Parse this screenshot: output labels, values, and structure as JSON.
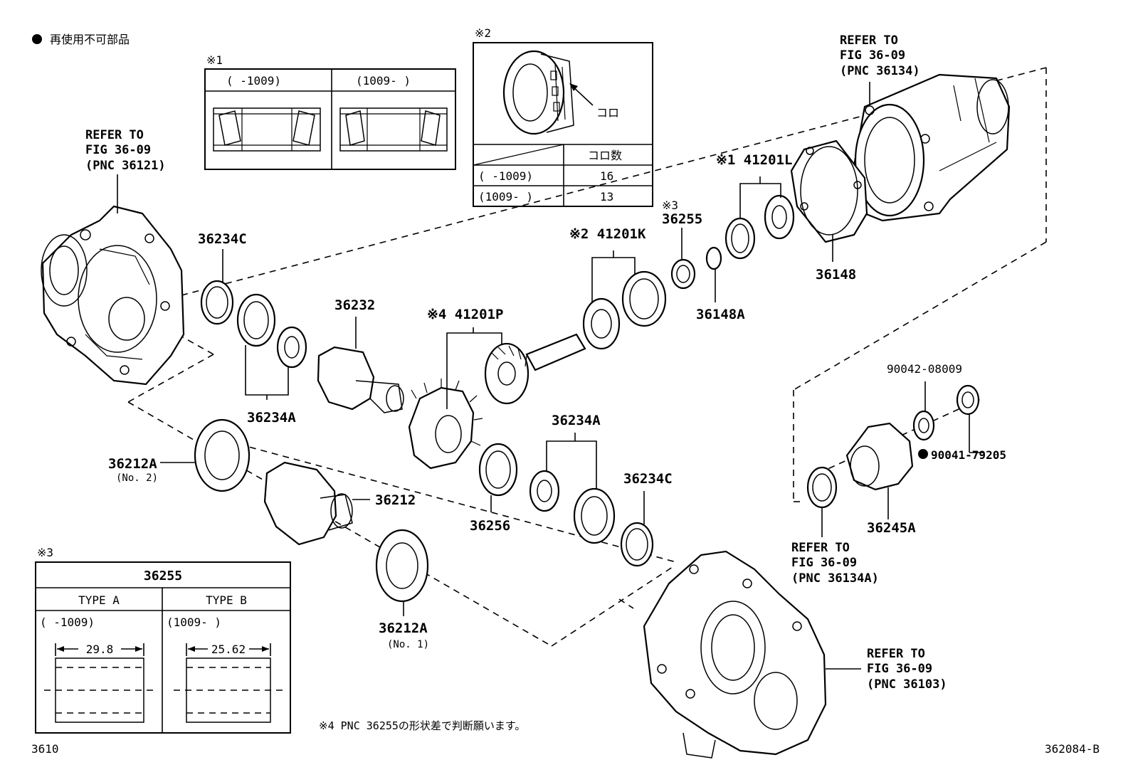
{
  "legend": {
    "symbol": "●",
    "text": "再使用不可部品"
  },
  "footer": {
    "left_code": "3610",
    "right_code": "362084-B"
  },
  "note4": "※4 PNC 36255の形状差で判断願います。",
  "table1": {
    "mark": "※1",
    "col1": "(    -1009)",
    "col2": "(1009-     )"
  },
  "table2": {
    "mark": "※2",
    "roller_label": "コロ",
    "header": "コロ数",
    "rows": [
      {
        "range": "(    -1009)",
        "count": "16"
      },
      {
        "range": "(1009-     )",
        "count": "13"
      }
    ]
  },
  "table3": {
    "mark": "※3",
    "title": "36255",
    "type_a": "TYPE A",
    "type_b": "TYPE B",
    "range_a": "(    -1009)",
    "range_b": "(1009-     )",
    "dim_a": "29.8",
    "dim_b": "25.62"
  },
  "refs": {
    "r36121": {
      "l1": "REFER TO",
      "l2": "FIG 36-09",
      "l3": "(PNC 36121)"
    },
    "r36134": {
      "l1": "REFER TO",
      "l2": "FIG 36-09",
      "l3": "(PNC 36134)"
    },
    "r36134A": {
      "l1": "REFER TO",
      "l2": "FIG 36-09",
      "l3": "(PNC 36134A)"
    },
    "r36103": {
      "l1": "REFER TO",
      "l2": "FIG 36-09",
      "l3": "(PNC 36103)"
    }
  },
  "parts": {
    "p36234C_top": "36234C",
    "p36234A_left": "36234A",
    "p36232": "36232",
    "p41201P": "※4 41201P",
    "p41201K": "※2 41201K",
    "p36255": "36255",
    "p36255_mark": "※3",
    "p36148A": "36148A",
    "p41201L": "※1 41201L",
    "p36148": "36148",
    "p36212A_no2": "36212A",
    "p36212A_no2_sub": "(No. 2)",
    "p36212": "36212",
    "p36256": "36256",
    "p36234A_right": "36234A",
    "p36234C_bottom": "36234C",
    "p36212A_no1": "36212A",
    "p36212A_no1_sub": "(No. 1)",
    "p90042": "90042-08009",
    "p90041": "90041-79205",
    "p36245A": "36245A"
  }
}
